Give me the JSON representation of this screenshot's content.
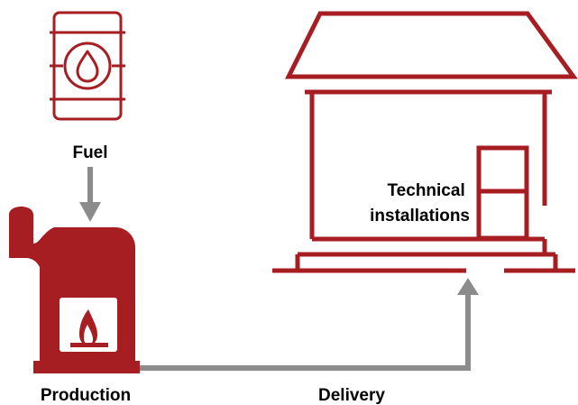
{
  "diagram": {
    "labels": {
      "fuel": "Fuel",
      "production": "Production",
      "delivery": "Delivery",
      "technical_line1": "Technical",
      "technical_line2": "installations"
    },
    "icons": {
      "fuel": "oil-barrel-icon",
      "production": "boiler-icon",
      "flame": "flame-icon",
      "building": "house-icon",
      "installation": "technical-installation-box-icon"
    },
    "colors": {
      "primary": "#a61e22",
      "arrow": "#8c8c8c",
      "text": "#000000",
      "background": "#ffffff"
    }
  }
}
